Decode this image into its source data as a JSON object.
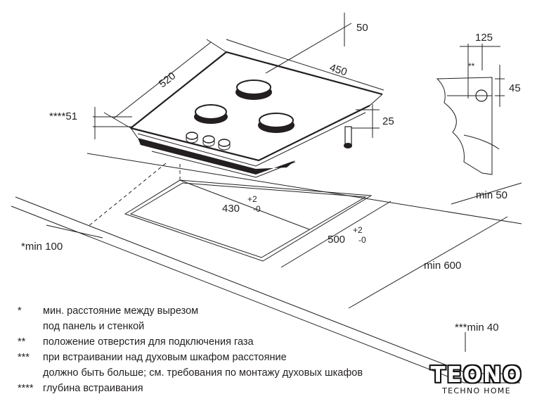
{
  "dimensions": {
    "hob_depth": "520",
    "hob_width": "450",
    "top_offset": "50",
    "left_depth": "****51",
    "hob_height": "25",
    "gas_offset": "125",
    "gas_marker": "**",
    "gas_height": "45",
    "cutout_width": "430",
    "cutout_width_tol_plus": "+2",
    "cutout_width_tol_minus": "-0",
    "cutout_depth": "500",
    "cutout_depth_tol_plus": "+2",
    "cutout_depth_tol_minus": "-0",
    "min_wall": "*min 100",
    "min_back": "min 50",
    "min_depth": "min 600",
    "min_oven": "***min 40"
  },
  "notes": [
    {
      "mark": "*",
      "text": "мин. расстояние между вырезом"
    },
    {
      "mark": "",
      "text": "под панель и стенкой"
    },
    {
      "mark": "**",
      "text": "положение отверстия для подключения газа"
    },
    {
      "mark": "***",
      "text": "при встраивании над духовым шкафом расстояние"
    },
    {
      "mark": "",
      "text": "должно быть больше; см. требования по монтажу духовых шкафов"
    },
    {
      "mark": "****",
      "text": "глубина встраивания"
    }
  ],
  "logo": {
    "name": "TEONO",
    "tagline": "TECHNO HOME"
  }
}
